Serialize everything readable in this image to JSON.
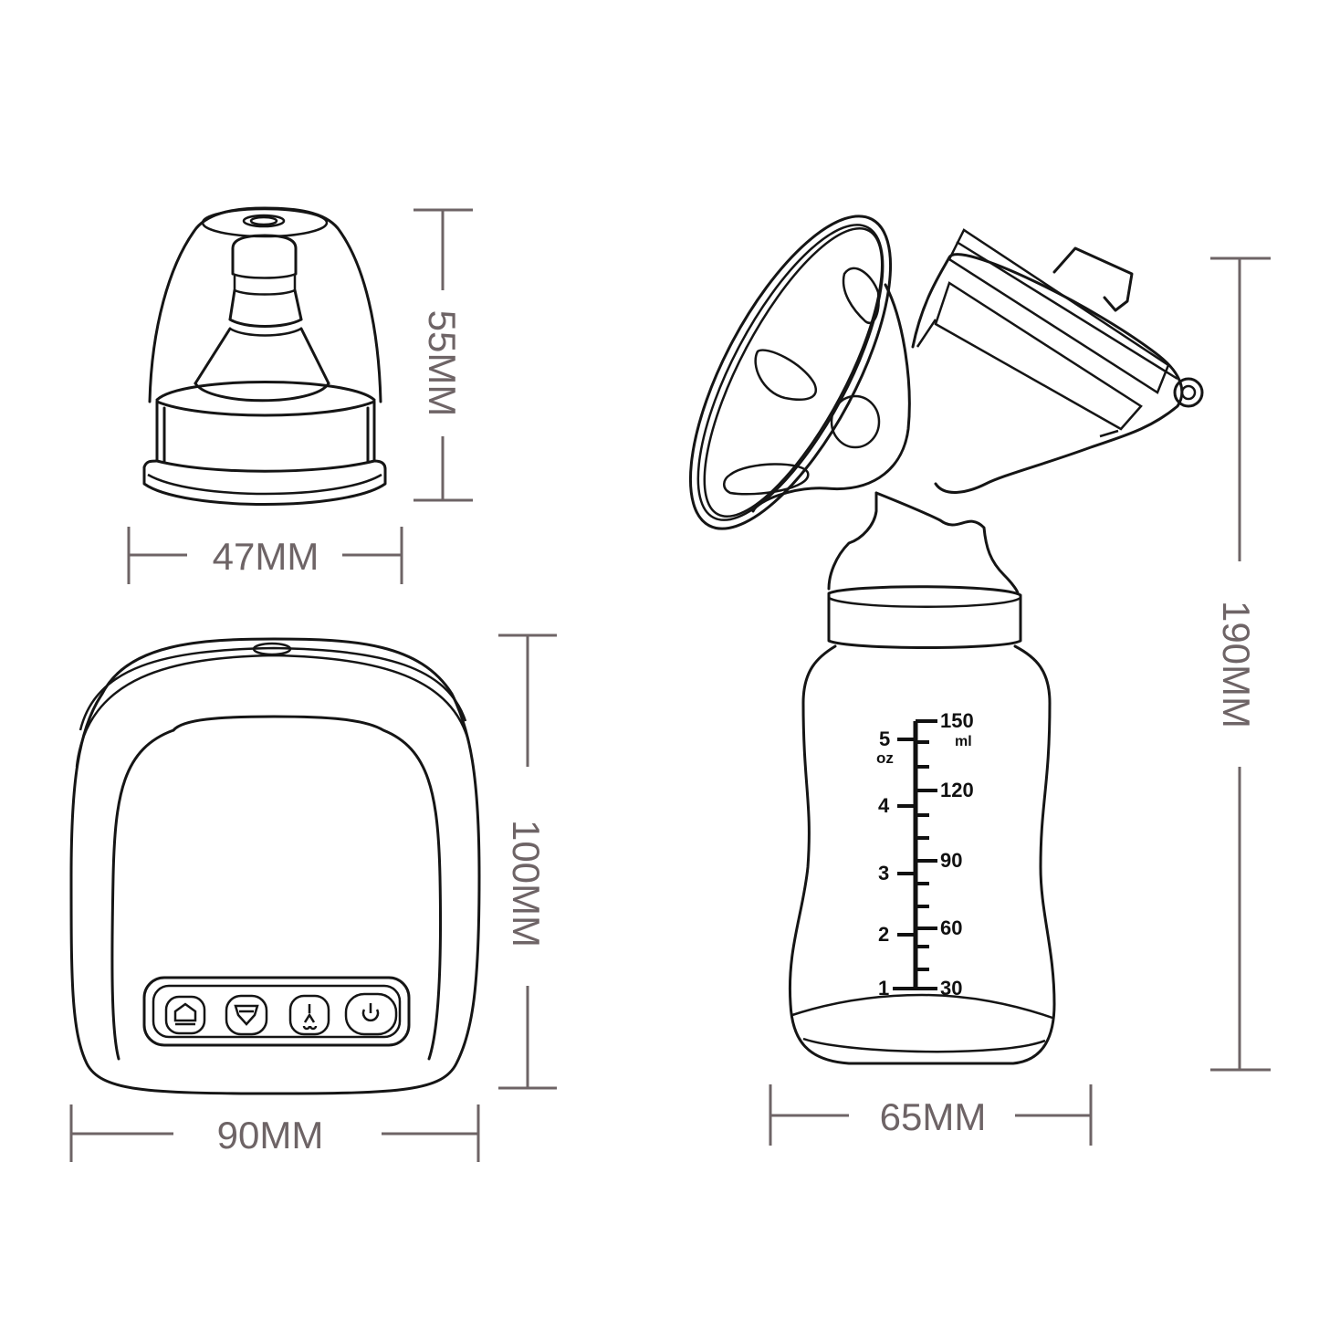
{
  "dimensions": {
    "cap_height": "55MM",
    "cap_width": "47MM",
    "motor_height": "100MM",
    "motor_width": "90MM",
    "pump_height": "190MM",
    "bottle_width": "65MM"
  },
  "colors": {
    "dimension": "#6e6466",
    "outline": "#151515",
    "background": "#ffffff"
  },
  "motor_unit": {
    "buttons": [
      {
        "icon": "mode-icon"
      },
      {
        "icon": "level-down-icon"
      },
      {
        "icon": "massage-icon"
      },
      {
        "icon": "power-icon"
      }
    ]
  },
  "bottle_scale": {
    "ml_unit": "ml",
    "oz_unit": "oz",
    "ml_labels": [
      "150",
      "120",
      "90",
      "60",
      "30"
    ],
    "oz_labels": [
      "5",
      "4",
      "3",
      "2",
      "1"
    ]
  }
}
